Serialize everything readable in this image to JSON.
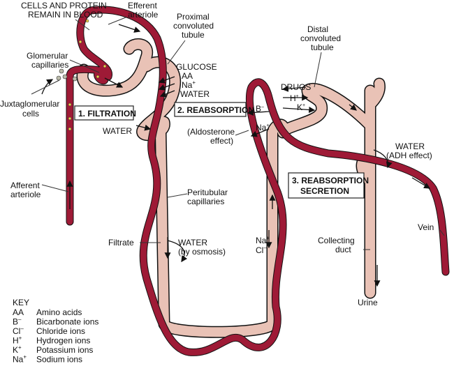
{
  "labels": {
    "cells_protein_1": "CELLS AND PROTEIN",
    "cells_protein_2": "REMAIN IN BLOOD",
    "efferent_1": "Efferent",
    "efferent_2": "arteriole",
    "proximal_1": "Proximal",
    "proximal_2": "convoluted",
    "proximal_3": "tubule",
    "glomerular_1": "Glomerular",
    "glomerular_2": "capillaries",
    "juxta_1": "Juxtaglomerular",
    "juxta_2": "cells",
    "glucose": "GLUCOSE",
    "aa": "AA",
    "na": "Na",
    "water_pct": "WATER",
    "water_left": "WATER",
    "afferent_1": "Afferent",
    "afferent_2": "arteriole",
    "peritubular_1": "Peritubular",
    "peritubular_2": "capillaries",
    "filtrate": "Filtrate",
    "water_osmosis_1": "WATER",
    "water_osmosis_2": "(by osmosis)",
    "distal_1": "Distal",
    "distal_2": "convoluted",
    "distal_3": "tubule",
    "drugs": "DRUGS",
    "h": "H",
    "k": "K",
    "b": "B",
    "na_dct": "Na",
    "aldo_1": "(Aldosterone",
    "aldo_2": "effect)",
    "water_adh_1": "WATER",
    "water_adh_2": "(ADH effect)",
    "na_loop": "Na",
    "cl_loop": "Cl",
    "collecting_1": "Collecting",
    "collecting_2": "duct",
    "vein": "Vein",
    "urine": "Urine"
  },
  "steps": {
    "filtration": "1. FILTRATION",
    "reabsorption": "2. REABSORPTION",
    "reab_sec_1": "3. REABSORPTION",
    "reab_sec_2": "SECRETION"
  },
  "key": {
    "title": "KEY",
    "items": [
      {
        "symbol": "AA",
        "sup": "",
        "meaning": "Amino acids"
      },
      {
        "symbol": "B",
        "sup": "–",
        "meaning": "Bicarbonate ions"
      },
      {
        "symbol": "Cl",
        "sup": "–",
        "meaning": "Chloride ions"
      },
      {
        "symbol": "H",
        "sup": "+",
        "meaning": "Hydrogen ions"
      },
      {
        "symbol": "K",
        "sup": "+",
        "meaning": "Potassium ions"
      },
      {
        "symbol": "Na",
        "sup": "+",
        "meaning": "Sodium ions"
      }
    ]
  },
  "colors": {
    "blood_vessel": "#9e1a36",
    "tubule": "#e9c2b6"
  }
}
